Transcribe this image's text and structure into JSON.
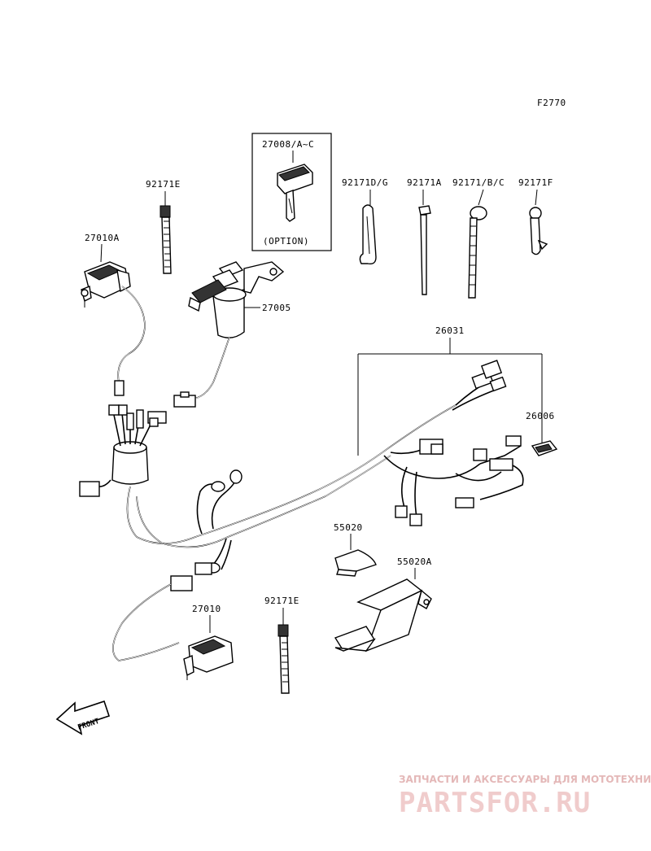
{
  "figure_code": "F2770",
  "labels": {
    "p27008": "27008/A~C",
    "option": "(OPTION)",
    "p92171E_top": "92171E",
    "p92171DG": "92171D/G",
    "p92171A": "92171A",
    "p92171BC": "92171/B/C",
    "p92171F": "92171F",
    "p27010A": "27010A",
    "p27005": "27005",
    "p26031": "26031",
    "p26006": "26006",
    "p55020": "55020",
    "p55020A": "55020A",
    "p27010": "27010",
    "p92171E_bottom": "92171E"
  },
  "front_arrow_label": "FRONT",
  "watermark": {
    "tagline": "ЗАПЧАСТИ И АКСЕССУАРЫ ДЛЯ МОТОТЕХНИКИ",
    "brand": "PARTSFOR.RU"
  }
}
